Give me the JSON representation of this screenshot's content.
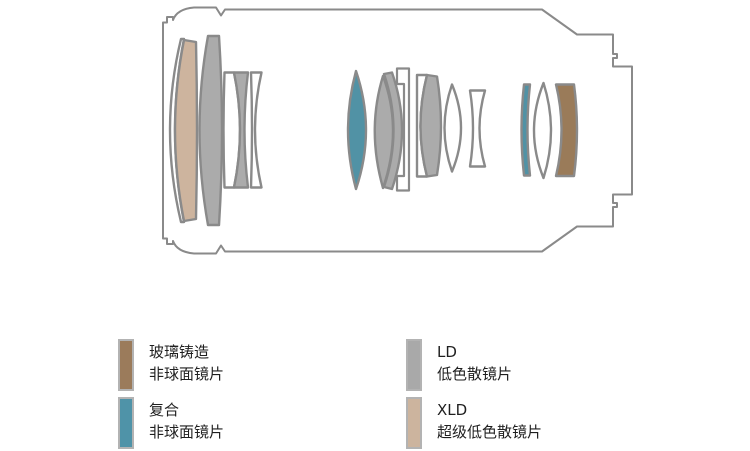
{
  "diagram": {
    "stroke": "#8a8a8a",
    "flange_fill": "#ffffff",
    "elements": [
      {
        "name": "element-1-front-meniscus",
        "type": "standard",
        "fill": "#ffffff"
      },
      {
        "name": "element-2-xld",
        "type": "xld",
        "fill": "#cdb49e"
      },
      {
        "name": "element-3-ld",
        "type": "ld",
        "fill": "#ababab"
      },
      {
        "name": "element-4",
        "type": "standard",
        "fill": "#ffffff"
      },
      {
        "name": "element-5-ld",
        "type": "ld",
        "fill": "#ababab"
      },
      {
        "name": "element-6",
        "type": "standard",
        "fill": "#ffffff"
      },
      {
        "name": "element-7-hybrid-aspherical",
        "type": "hybrid-aspherical",
        "fill": "#5192a5"
      },
      {
        "name": "element-8-ld",
        "type": "ld",
        "fill": "#ababab"
      },
      {
        "name": "element-9-ld",
        "type": "ld",
        "fill": "#ababab"
      },
      {
        "name": "element-10",
        "type": "standard",
        "fill": "#ffffff"
      },
      {
        "name": "element-11-ld",
        "type": "ld",
        "fill": "#ababab"
      },
      {
        "name": "element-12",
        "type": "standard",
        "fill": "#ffffff"
      },
      {
        "name": "element-13",
        "type": "standard",
        "fill": "#ffffff"
      },
      {
        "name": "element-14-hybrid-aspherical",
        "type": "hybrid-aspherical",
        "fill": "#5192a5"
      },
      {
        "name": "element-15",
        "type": "standard",
        "fill": "#ffffff"
      },
      {
        "name": "element-16-glass-molded-aspherical",
        "type": "glass-molded-aspherical",
        "fill": "#9a7b59"
      }
    ]
  },
  "legend": {
    "items": [
      {
        "id": "glass-molded-aspherical",
        "color": "#9b7b5b",
        "line1": "玻璃铸造",
        "line2": "非球面镜片"
      },
      {
        "id": "hybrid-aspherical",
        "color": "#4f93a8",
        "line1": "复合",
        "line2": "非球面镜片"
      },
      {
        "id": "ld",
        "color": "#a9a9a9",
        "line1": "LD",
        "line2": "低色散镜片"
      },
      {
        "id": "xld",
        "color": "#ccb49e",
        "line1": "XLD",
        "line2": "超级低色散镜片"
      }
    ]
  }
}
